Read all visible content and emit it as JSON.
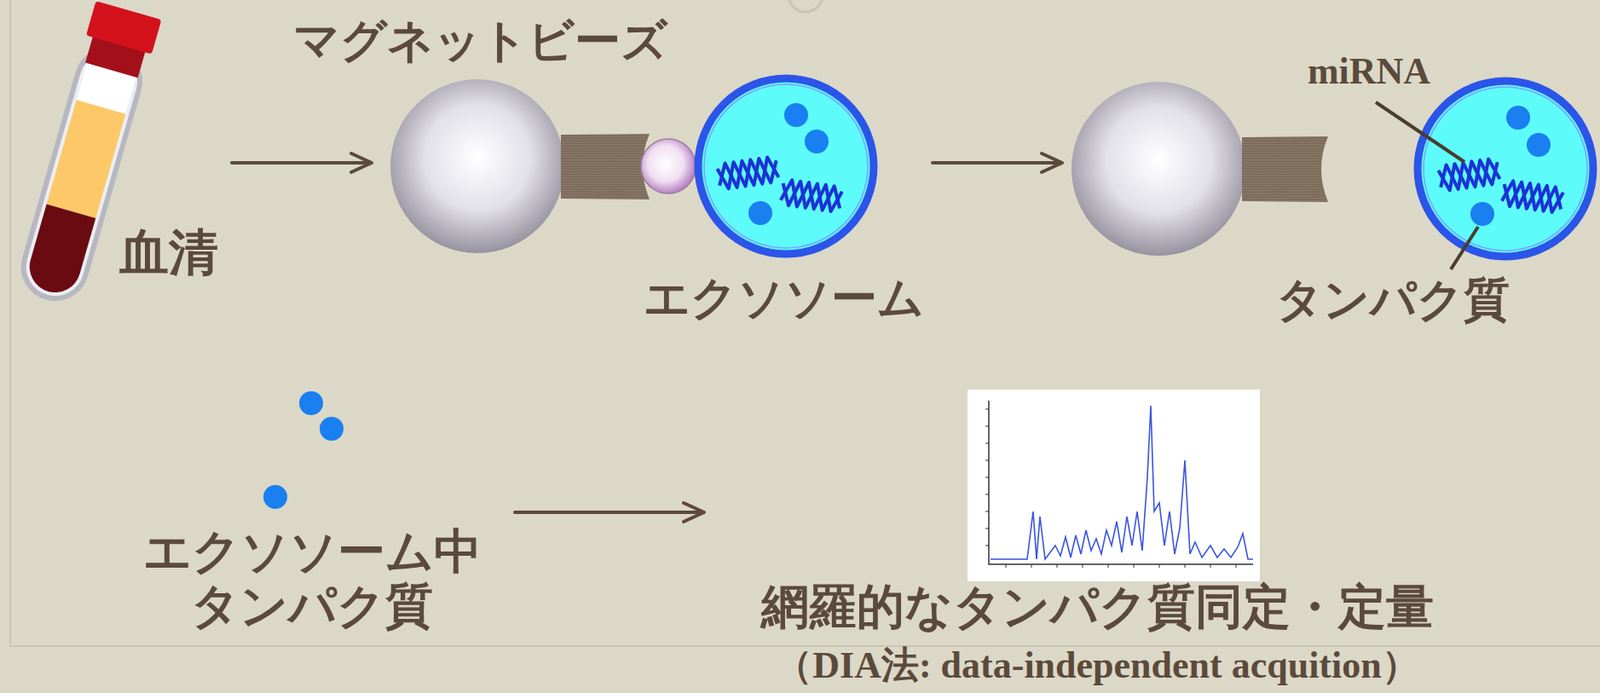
{
  "diagram": {
    "nodes": [
      {
        "text": [
          "血清"
        ]
      },
      {
        "text": [
          "エクソソーム"
        ]
      },
      {
        "text": [
          "miRNA",
          "タンパク質"
        ]
      },
      {
        "text": [
          "エクソソーム中 タンパク質"
        ]
      },
      {
        "text": [
          "網羅的なタンパク質同定・定量",
          "（DIA法: data-independent acquition）"
        ]
      }
    ],
    "edges": [
      {
        "from": 0,
        "to": 1,
        "arrow": "to"
      },
      {
        "from": 1,
        "to": 2,
        "arrow": "to"
      },
      {
        "from": 3,
        "to": 4,
        "arrow": "to"
      }
    ],
    "labels": [
      "マグネットビーズ"
    ]
  }
}
